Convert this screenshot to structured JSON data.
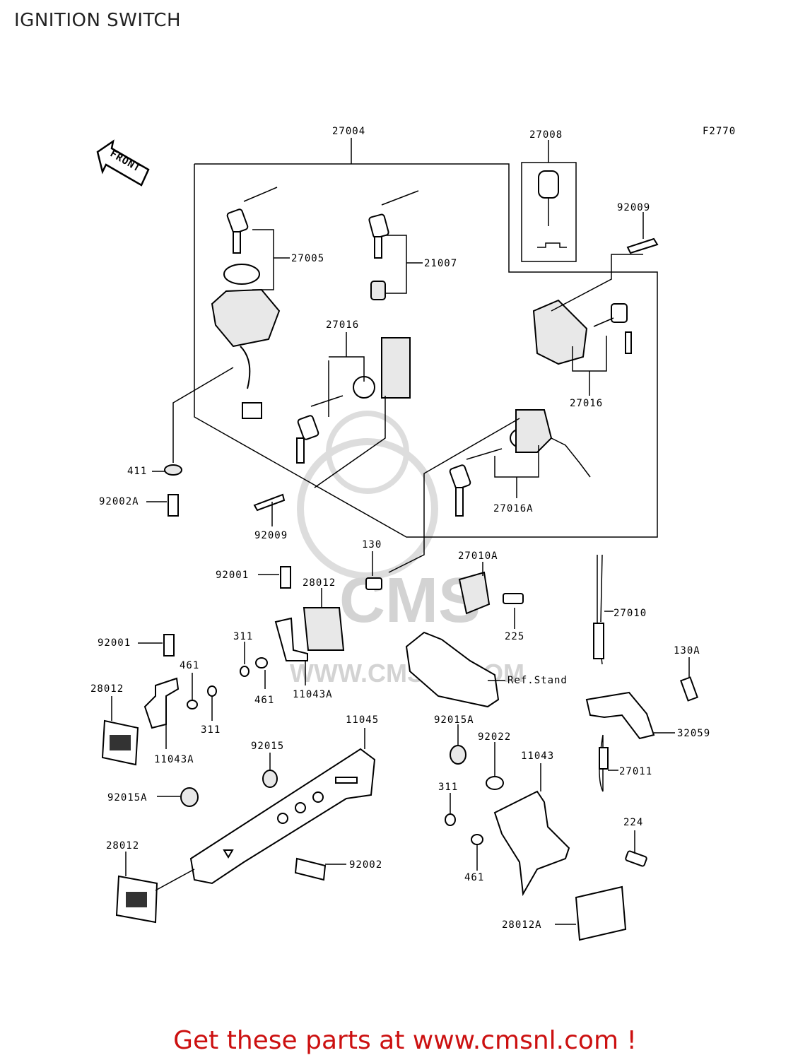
{
  "title": "IGNITION SWITCH",
  "figure_code": "F2770",
  "direction_arrow": "FRONT",
  "watermark": {
    "brand": "CMS",
    "url": "WWW.CMSNL.COM"
  },
  "callouts": {
    "c27004": "27004",
    "c27008": "27008",
    "c92009_top": "92009",
    "c27005": "27005",
    "c21007": "21007",
    "c27016_mid": "27016",
    "c27016_right": "27016",
    "c411": "411",
    "c92002A": "92002A",
    "c92009_mid": "92009",
    "c27016A": "27016A",
    "c130": "130",
    "c27010A": "27010A",
    "c92001_a": "92001",
    "c28012_mid": "28012",
    "c27010": "27010",
    "c225": "225",
    "c311_a": "311",
    "c461_a": "461",
    "c11043A_a": "11043A",
    "c92001_b": "92001",
    "c461_b": "461",
    "c28012_left": "28012",
    "c311_b": "311",
    "c11043A_b": "11043A",
    "c130A": "130A",
    "ref_stand": "Ref.Stand",
    "c11045": "11045",
    "c92015A_a": "92015A",
    "c32059": "32059",
    "c92015": "92015",
    "c92022": "92022",
    "c11043": "11043",
    "c27011": "27011",
    "c92015A_b": "92015A",
    "c311_c": "311",
    "c224": "224",
    "c28012_bottom": "28012",
    "c92002": "92002",
    "c461_c": "461",
    "c28012A": "28012A"
  },
  "footer": "Get these parts at www.cmsnl.com !"
}
